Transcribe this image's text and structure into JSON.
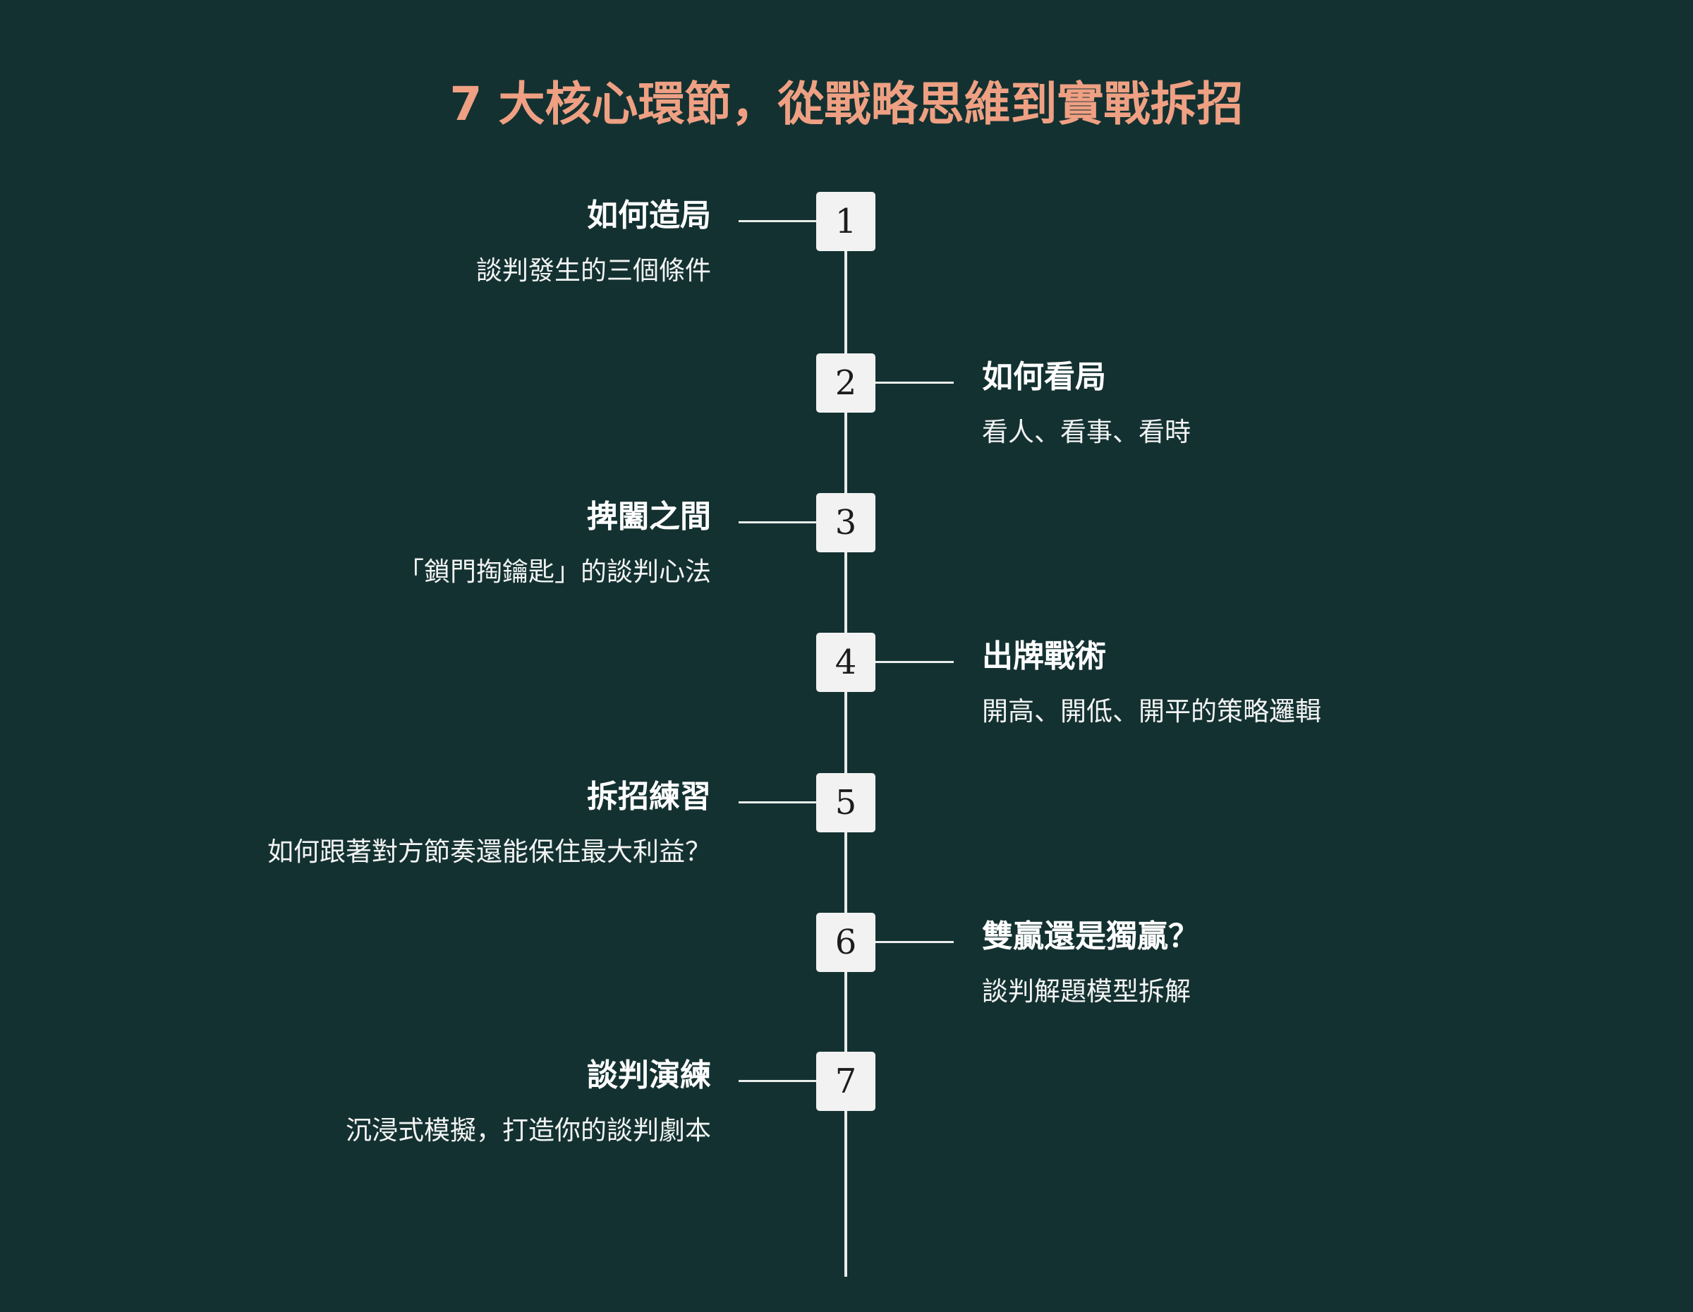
{
  "title": "7 大核心環節，從戰略思維到實戰拆招",
  "steps": [
    {
      "number": "1",
      "title": "如何造局",
      "desc": "談判發生的三個條件",
      "side": "left"
    },
    {
      "number": "2",
      "title": "如何看局",
      "desc": "看人、看事、看時",
      "side": "right"
    },
    {
      "number": "3",
      "title": "捭闔之間",
      "desc": "「鎖門掏鑰匙」的談判心法",
      "side": "left"
    },
    {
      "number": "4",
      "title": "出牌戰術",
      "desc": "開高、開低、開平的策略邏輯",
      "side": "right"
    },
    {
      "number": "5",
      "title": "拆招練習",
      "desc": "如何跟著對方節奏還能保住最大利益？",
      "side": "left"
    },
    {
      "number": "6",
      "title": "雙贏還是獨贏？",
      "desc": "談判解題模型拆解",
      "side": "right"
    },
    {
      "number": "7",
      "title": "談判演練",
      "desc": "沉浸式模擬，打造你的談判劇本",
      "side": "left"
    }
  ],
  "colors": {
    "background": "#143131",
    "title": "#EFA083",
    "line": "#E9EDEB",
    "node_fill": "#F2F2F2",
    "text": "#FFFFFF"
  }
}
